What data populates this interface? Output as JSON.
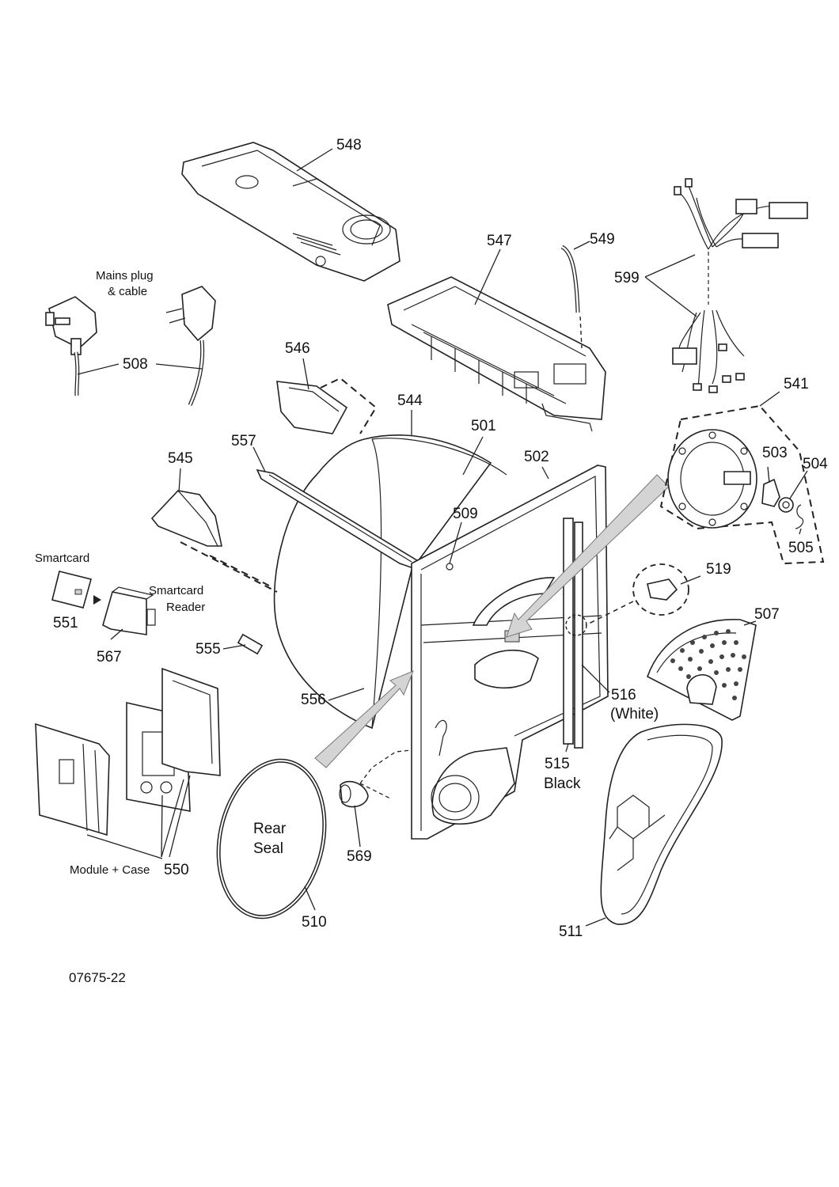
{
  "diagram": {
    "figure_code": "07675-22",
    "parts": [
      {
        "id": "548"
      },
      {
        "id": "547"
      },
      {
        "id": "549"
      },
      {
        "id": "599"
      },
      {
        "id": "546"
      },
      {
        "id": "544"
      },
      {
        "id": "508"
      },
      {
        "id": "541"
      },
      {
        "id": "501"
      },
      {
        "id": "502"
      },
      {
        "id": "557"
      },
      {
        "id": "545"
      },
      {
        "id": "503"
      },
      {
        "id": "504"
      },
      {
        "id": "509"
      },
      {
        "id": "505"
      },
      {
        "id": "519"
      },
      {
        "id": "551"
      },
      {
        "id": "567"
      },
      {
        "id": "507"
      },
      {
        "id": "555"
      },
      {
        "id": "556"
      },
      {
        "id": "516"
      },
      {
        "id": "515"
      },
      {
        "id": "550"
      },
      {
        "id": "569"
      },
      {
        "id": "510"
      },
      {
        "id": "511"
      }
    ],
    "notes": {
      "mains_plug_line1": "Mains plug",
      "mains_plug_line2": "& cable",
      "smartcard": "Smartcard",
      "smartcard_reader_line1": "Smartcard",
      "smartcard_reader_line2": "Reader",
      "module_case": "Module + Case",
      "rear_seal_line1": "Rear",
      "rear_seal_line2": "Seal",
      "white": "(White)",
      "black": "Black"
    }
  }
}
